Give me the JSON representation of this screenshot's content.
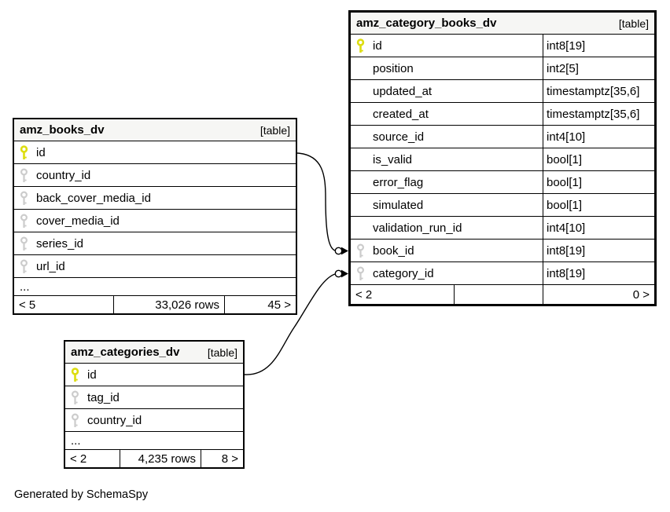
{
  "footer_note": "Generated by SchemaSpy",
  "colors": {
    "border": "#000000",
    "header_bg": "#f6f6f4",
    "primary_key": "#dddd11",
    "foreign_key": "#cccccc"
  },
  "tables": {
    "category_books": {
      "name": "amz_category_books_dv",
      "badge": "[table]",
      "columns": [
        {
          "name": "id",
          "type": "int8[19]",
          "key": "pk"
        },
        {
          "name": "position",
          "type": "int2[5]",
          "key": ""
        },
        {
          "name": "updated_at",
          "type": "timestamptz[35,6]",
          "key": ""
        },
        {
          "name": "created_at",
          "type": "timestamptz[35,6]",
          "key": ""
        },
        {
          "name": "source_id",
          "type": "int4[10]",
          "key": ""
        },
        {
          "name": "is_valid",
          "type": "bool[1]",
          "key": ""
        },
        {
          "name": "error_flag",
          "type": "bool[1]",
          "key": ""
        },
        {
          "name": "simulated",
          "type": "bool[1]",
          "key": ""
        },
        {
          "name": "validation_run_id",
          "type": "int4[10]",
          "key": ""
        },
        {
          "name": "book_id",
          "type": "int8[19]",
          "key": "fk"
        },
        {
          "name": "category_id",
          "type": "int8[19]",
          "key": "fk"
        }
      ],
      "footer": {
        "left": "< 2",
        "middle": "",
        "right": "0 >"
      }
    },
    "books": {
      "name": "amz_books_dv",
      "badge": "[table]",
      "columns": [
        {
          "name": "id",
          "key": "pk"
        },
        {
          "name": "country_id",
          "key": "fk"
        },
        {
          "name": "back_cover_media_id",
          "key": "fk"
        },
        {
          "name": "cover_media_id",
          "key": "fk"
        },
        {
          "name": "series_id",
          "key": "fk"
        },
        {
          "name": "url_id",
          "key": "fk"
        }
      ],
      "ellipsis": "...",
      "footer": {
        "left": "< 5",
        "middle": "33,026 rows",
        "right": "45 >"
      }
    },
    "categories": {
      "name": "amz_categories_dv",
      "badge": "[table]",
      "columns": [
        {
          "name": "id",
          "key": "pk"
        },
        {
          "name": "tag_id",
          "key": "fk"
        },
        {
          "name": "country_id",
          "key": "fk"
        }
      ],
      "ellipsis": "...",
      "footer": {
        "left": "< 2",
        "middle": "4,235 rows",
        "right": "8 >"
      }
    }
  },
  "relationships": [
    {
      "from": "amz_books_dv.id",
      "to": "amz_category_books_dv.book_id"
    },
    {
      "from": "amz_categories_dv.id",
      "to": "amz_category_books_dv.category_id"
    }
  ]
}
